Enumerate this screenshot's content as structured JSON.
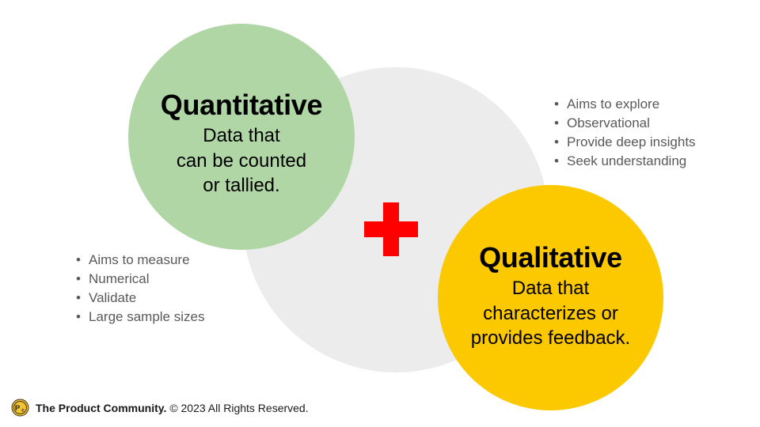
{
  "colors": {
    "quantitative_circle": "#b0d6a5",
    "qualitative_circle": "#fcc800",
    "overlap_circle": "#ececec",
    "plus_sign": "#fe0000",
    "bullet_text": "#595959",
    "background": "#ffffff",
    "logo_badge": "#f2c230"
  },
  "quantitative": {
    "title": "Quantitative",
    "description_lines": [
      "Data that",
      "can be counted",
      "or tallied."
    ],
    "bullets": [
      "Aims to measure",
      "Numerical",
      "Validate",
      "Large sample sizes"
    ]
  },
  "qualitative": {
    "title": "Qualitative",
    "description_lines": [
      "Data that",
      "characterizes or",
      "provides feedback."
    ],
    "bullets": [
      "Aims to explore",
      "Observational",
      "Provide deep insights",
      "Seek understanding"
    ]
  },
  "connector": {
    "symbol": "plus"
  },
  "footer": {
    "logo_initials": "Pc",
    "brand": "The Product Community.",
    "copyright": "© 2023 All Rights Reserved."
  }
}
